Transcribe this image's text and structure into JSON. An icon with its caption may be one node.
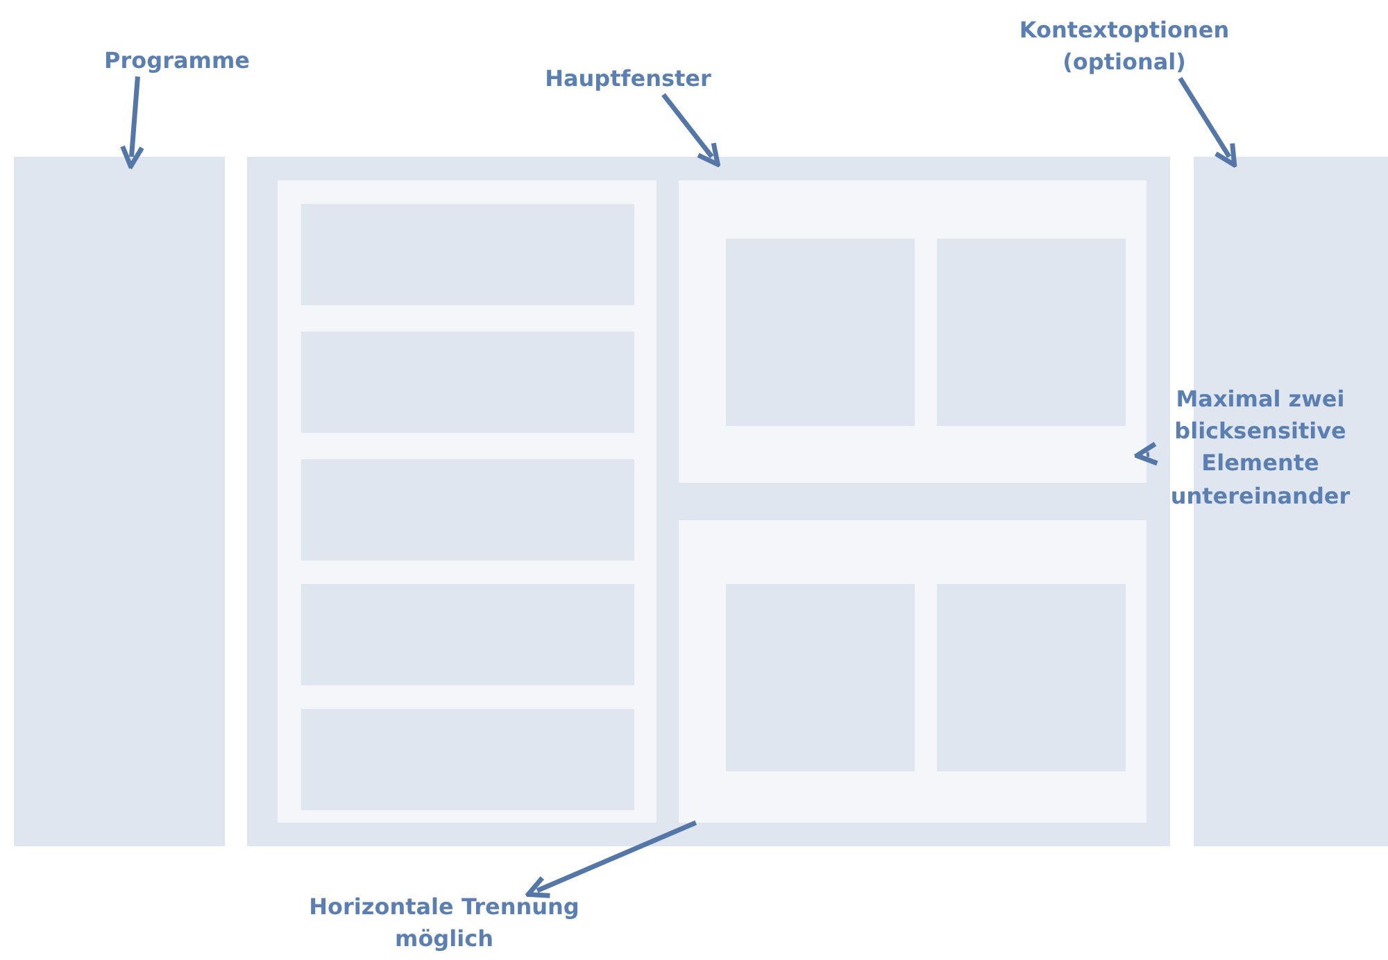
{
  "diagram": {
    "nodes": [
      {
        "text": [
          "Programme"
        ]
      },
      {
        "text": [
          "Hauptfenster"
        ]
      },
      {
        "text": [
          "Kontextoptionen (optional)"
        ]
      },
      {
        "text": [],
        "shape": "box"
      },
      {
        "text": [],
        "shape": "box"
      },
      {
        "text": [],
        "shape": "box",
        "in": 4
      },
      {
        "text": [],
        "shape": "box",
        "in": 5
      },
      {
        "text": [],
        "shape": "box",
        "in": 5
      },
      {
        "text": [],
        "shape": "box",
        "in": 5
      },
      {
        "text": [],
        "shape": "box",
        "in": 5
      },
      {
        "text": [],
        "shape": "box",
        "in": 5
      },
      {
        "text": [],
        "shape": "box",
        "in": 4
      },
      {
        "text": [],
        "shape": "box",
        "in": 11
      },
      {
        "text": [],
        "shape": "box",
        "in": 11
      },
      {
        "text": [
          "Maximal zwei blicksensitive Elemente untereinander"
        ]
      },
      {
        "text": [],
        "shape": "box",
        "in": 4
      },
      {
        "text": [],
        "shape": "box",
        "in": 15
      },
      {
        "text": [],
        "shape": "box",
        "in": 15
      },
      {
        "text": [],
        "shape": "box"
      },
      {
        "text": [
          "Horizontale Trennung möglich"
        ]
      }
    ],
    "edges": [
      {
        "from": 0,
        "to": 3,
        "arrow": "to"
      },
      {
        "from": 1,
        "to": 4,
        "arrow": "to"
      },
      {
        "from": 2,
        "to": 18,
        "arrow": "to"
      },
      {
        "from": 14,
        "to": 11,
        "arrow": "to"
      },
      {
        "from": 15,
        "to": 19,
        "arrow": "to"
      }
    ]
  }
}
